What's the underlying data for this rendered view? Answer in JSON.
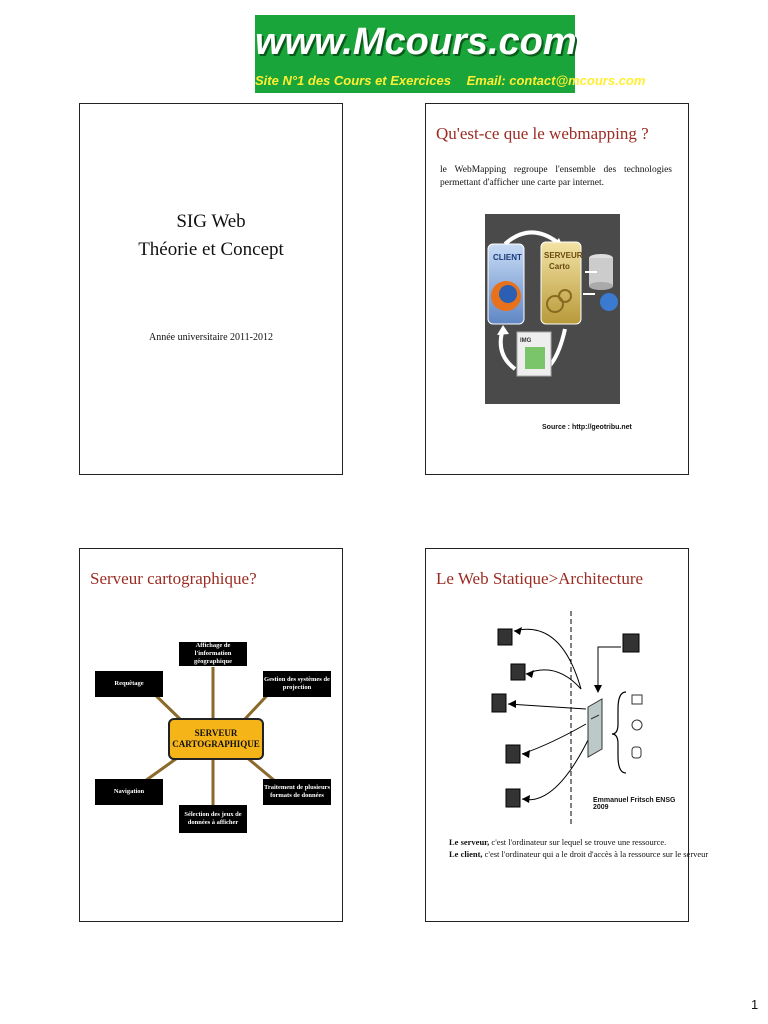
{
  "banner": {
    "title": "www.Mcours.com",
    "tagline": "Site N°1 des Cours et Exercices",
    "email": "Email: contact@mcours.com"
  },
  "slide1": {
    "title_line1": "SIG Web",
    "title_line2": "Théorie et Concept",
    "year": "Année universitaire 2011-2012"
  },
  "slide2": {
    "title": "Qu'est-ce que le webmapping ?",
    "body": "le WebMapping regroupe l'ensemble des technologies permettant d'afficher une carte par internet.",
    "diagram": {
      "client": "CLIENT",
      "serveur": "SERVEUR",
      "carto": "Carto",
      "img": "IMG"
    },
    "source": "Source : http://geotribu.net"
  },
  "slide3": {
    "title": "Serveur cartographique?",
    "center_line1": "SERVEUR",
    "center_line2": "CARTOGRAPHIQUE",
    "nodes": {
      "top": "Affichage de l'information géographique",
      "left_top": "Requêtage",
      "right_top": "Gestion des systèmes de projection",
      "left_bottom": "Navigation",
      "right_bottom": "Traitement de plusieurs formats de données",
      "bottom": "Sélection des jeux de données à afficher"
    }
  },
  "slide4": {
    "title": "Le Web Statique>Architecture",
    "credit": "Emmanuel Fritsch ENSG 2009",
    "server_term": "Le serveur,",
    "server_def": " c'est l'ordinateur sur lequel se trouve une ressource.",
    "client_term": "Le client,",
    "client_def": " c'est l'ordinateur qui a le droit d'accès à la ressource sur le serveur"
  },
  "page_number": "1"
}
